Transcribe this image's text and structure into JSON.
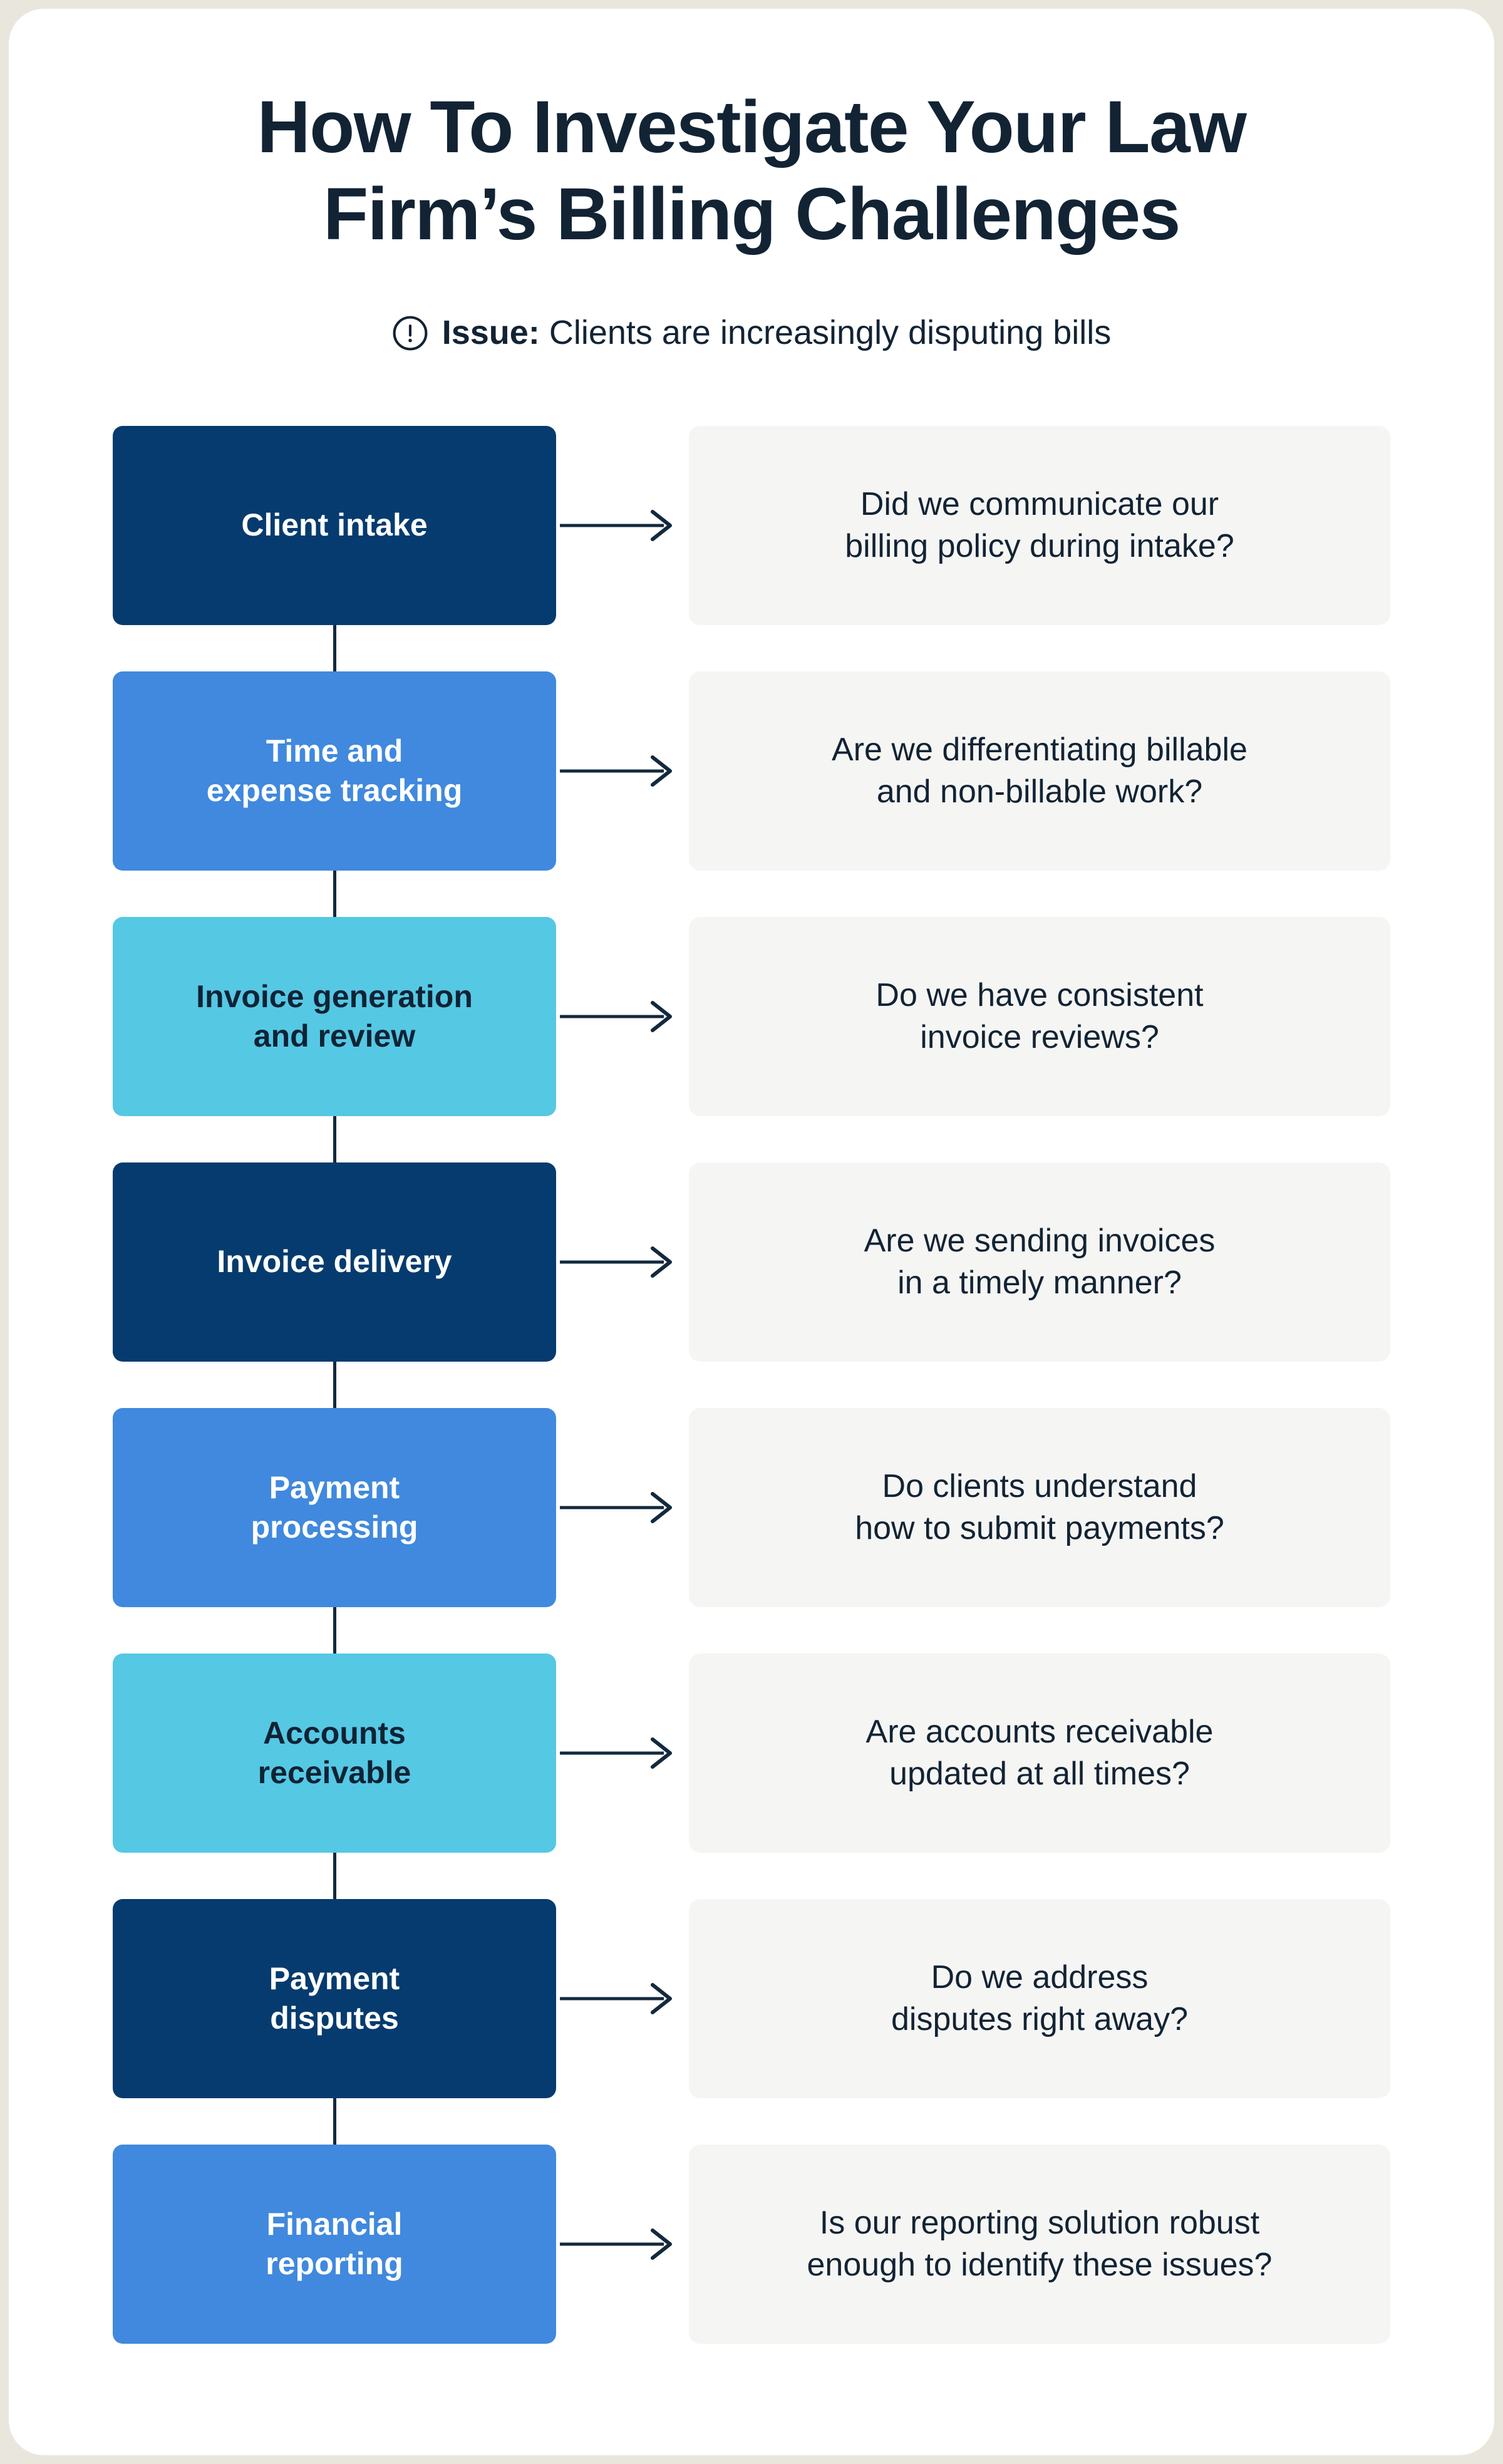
{
  "page": {
    "background_color": "#E9E7DD",
    "card_color": "#FFFFFF"
  },
  "header": {
    "title_line1": "How To Investigate Your Law",
    "title_line2": "Firm’s Billing Challenges",
    "title_color": "#122334",
    "alert_icon": "alert-circle-icon",
    "issue_label": "Issue:",
    "issue_text": "Clients are increasingly disputing bills"
  },
  "palette": {
    "navy": "#053B6E",
    "blue": "#4089DE",
    "cyan": "#55C8E4",
    "question_bg": "#F5F5F3",
    "text_dark": "#122334",
    "text_light": "#FFFFFF",
    "connector": "#13293D"
  },
  "flow": {
    "steps": [
      {
        "index": 1,
        "stage": "Client intake",
        "tone": "navy",
        "question": "Did we communicate our\nbilling policy during intake?"
      },
      {
        "index": 2,
        "stage": "Time and\nexpense tracking",
        "tone": "blue",
        "question": "Are we differentiating billable\nand non-billable work?"
      },
      {
        "index": 3,
        "stage": "Invoice generation\nand review",
        "tone": "cyan",
        "question": "Do we have consistent\ninvoice reviews?"
      },
      {
        "index": 4,
        "stage": "Invoice delivery",
        "tone": "navy",
        "question": "Are we sending invoices\nin a timely manner?"
      },
      {
        "index": 5,
        "stage": "Payment\nprocessing",
        "tone": "blue",
        "question": "Do clients understand\nhow to submit payments?"
      },
      {
        "index": 6,
        "stage": "Accounts\nreceivable",
        "tone": "cyan",
        "question": "Are accounts receivable\nupdated at all times?"
      },
      {
        "index": 7,
        "stage": "Payment\ndisputes",
        "tone": "navy",
        "question": "Do we address\ndisputes right away?"
      },
      {
        "index": 8,
        "stage": "Financial\nreporting",
        "tone": "blue",
        "question": "Is our reporting solution robust\nenough to identify these issues?"
      }
    ]
  }
}
